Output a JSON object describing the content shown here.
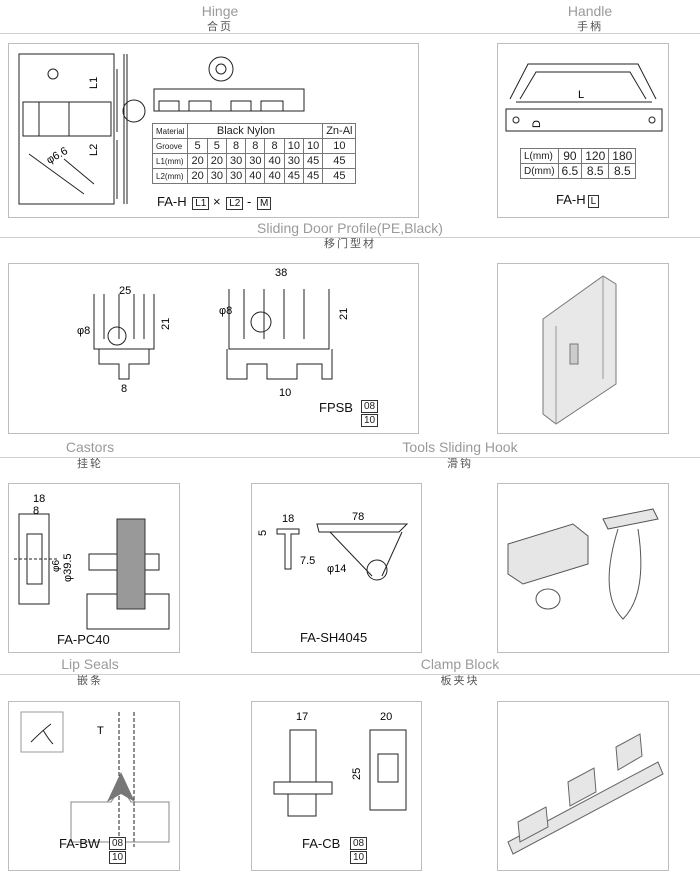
{
  "sections": {
    "hinge": {
      "title": "Hinge",
      "cn": "合页"
    },
    "handle": {
      "title": "Handle",
      "cn": "手柄"
    },
    "sliding": {
      "title": "Sliding Door Profile(PE,Black)",
      "cn": "移门型材"
    },
    "castors": {
      "title": "Castors",
      "cn": "挂轮"
    },
    "hook": {
      "title": "Tools Sliding Hook",
      "cn": "滑钩"
    },
    "lip": {
      "title": "Lip Seals",
      "cn": "嵌条"
    },
    "clamp": {
      "title": "Clamp Block",
      "cn": "板夹块"
    }
  },
  "hinge": {
    "dims": {
      "l1": "L1",
      "l2": "L2",
      "phi": "φ6.6"
    },
    "table": {
      "header": {
        "material": "Material",
        "black_nylon": "Black Nylon",
        "zn_al": "Zn-Al"
      },
      "rows": [
        {
          "label": "Groove",
          "values": [
            "5",
            "5",
            "8",
            "8",
            "8",
            "10",
            "10",
            "10"
          ]
        },
        {
          "label": "L1(mm)",
          "values": [
            "20",
            "20",
            "30",
            "30",
            "40",
            "30",
            "45",
            "45"
          ]
        },
        {
          "label": "L2(mm)",
          "values": [
            "20",
            "30",
            "30",
            "40",
            "40",
            "45",
            "45",
            "45"
          ]
        }
      ]
    },
    "code": {
      "prefix": "FA-H",
      "l1": "L1",
      "x": "×",
      "l2": "L2",
      "dash": "-",
      "m": "M"
    }
  },
  "handle": {
    "dims": {
      "l": "L",
      "d": "D"
    },
    "table": {
      "rows": [
        {
          "label": "L(mm)",
          "values": [
            "90",
            "120",
            "180"
          ]
        },
        {
          "label": "D(mm)",
          "values": [
            "6.5",
            "8.5",
            "8.5"
          ]
        }
      ]
    },
    "code": {
      "prefix": "FA-H",
      "box": "L"
    }
  },
  "sliding": {
    "dims": {
      "w1": "25",
      "d1": "φ8",
      "h1": "21",
      "b1": "8",
      "w2": "38",
      "d2": "φ8",
      "h2": "21",
      "b2": "10"
    },
    "code": {
      "name": "FPSB",
      "opt1": "08",
      "opt2": "10"
    }
  },
  "castors": {
    "dims": {
      "a": "18",
      "b": "8",
      "c": "φ6",
      "d": "φ39.5"
    },
    "code": "FA-PC40"
  },
  "hook": {
    "dims": {
      "a": "18",
      "b": "5",
      "c": "78",
      "d": "7.5",
      "e": "φ14"
    },
    "code": "FA-SH4045"
  },
  "lip": {
    "dims": {
      "t": "T"
    },
    "code": {
      "name": "FA-BW",
      "opt1": "08",
      "opt2": "10"
    }
  },
  "clamp": {
    "dims": {
      "a": "17",
      "b": "20",
      "c": "25"
    },
    "code": {
      "name": "FA-CB",
      "opt1": "08",
      "opt2": "10"
    }
  }
}
